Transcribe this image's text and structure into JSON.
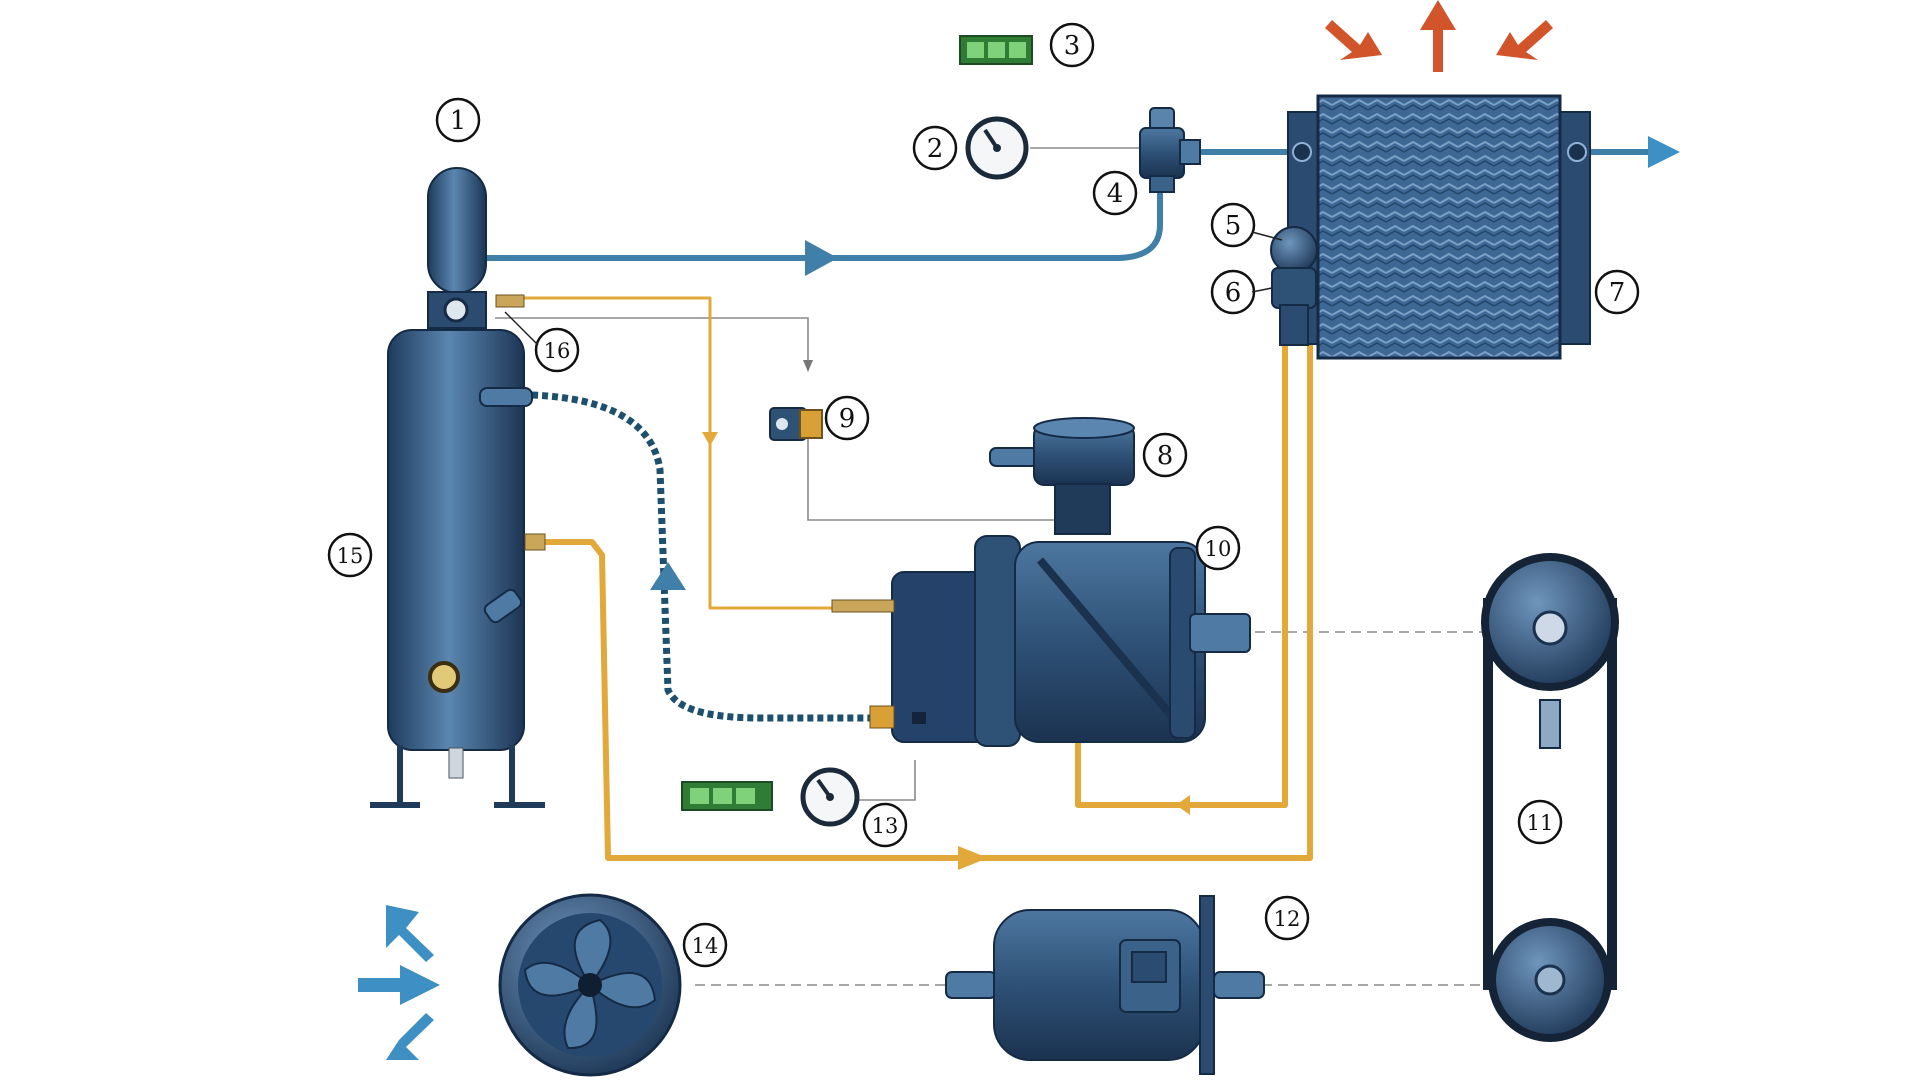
{
  "labels": {
    "n1": "1",
    "n2": "2",
    "n3": "3",
    "n4": "4",
    "n5": "5",
    "n6": "6",
    "n7": "7",
    "n8": "8",
    "n9": "9",
    "n10": "10",
    "n11": "11",
    "n12": "12",
    "n13": "13",
    "n14": "14",
    "n15": "15",
    "n16": "16"
  },
  "colors": {
    "background": "#ffffff",
    "equipment": "#2d4f72",
    "equipment_light": "#4f7aa3",
    "equipment_dark": "#1a324e",
    "air_line": "#3f7fa8",
    "oil_line": "#e2a93a",
    "oil_mix_line": "#1d4f6e",
    "signal_line": "#777777",
    "hot_air_arrow": "#d2542b",
    "cool_air_arrow": "#3d8fc4",
    "display_green": "#3c9a3c"
  },
  "icons": {
    "display": "digital-display-icon",
    "gauge": "pressure-gauge-icon",
    "hot_air": "hot-air-arrow-icon",
    "intake": "intake-air-arrow-icon"
  }
}
